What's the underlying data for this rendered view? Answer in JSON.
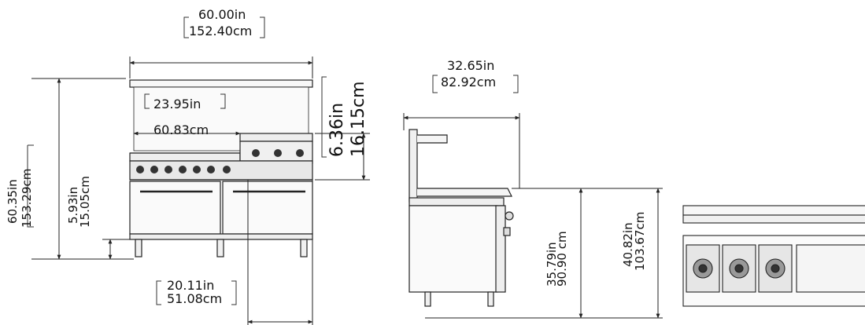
{
  "dims": {
    "width_in": "60.00in",
    "width_cm": "152.40cm",
    "griddle_in": "23.95in",
    "griddle_cm": "60.83cm",
    "backsplash_in": "6.36in",
    "backsplash_cm": "16.15cm",
    "height_in": "60.35in",
    "height_cm": "153.29cm",
    "legs_in": "5.93in",
    "legs_cm": "15.05cm",
    "oven_in": "20.11in",
    "oven_cm": "51.08cm",
    "depth_in": "32.65in",
    "depth_cm": "82.92cm",
    "work_h_in": "35.79in",
    "work_h_cm": "90.90 cm",
    "total_h_in": "40.82in",
    "total_h_cm": "103.67cm"
  },
  "colors": {
    "line": "#222222",
    "fill": "#f7f7f7",
    "dark": "#333333"
  }
}
